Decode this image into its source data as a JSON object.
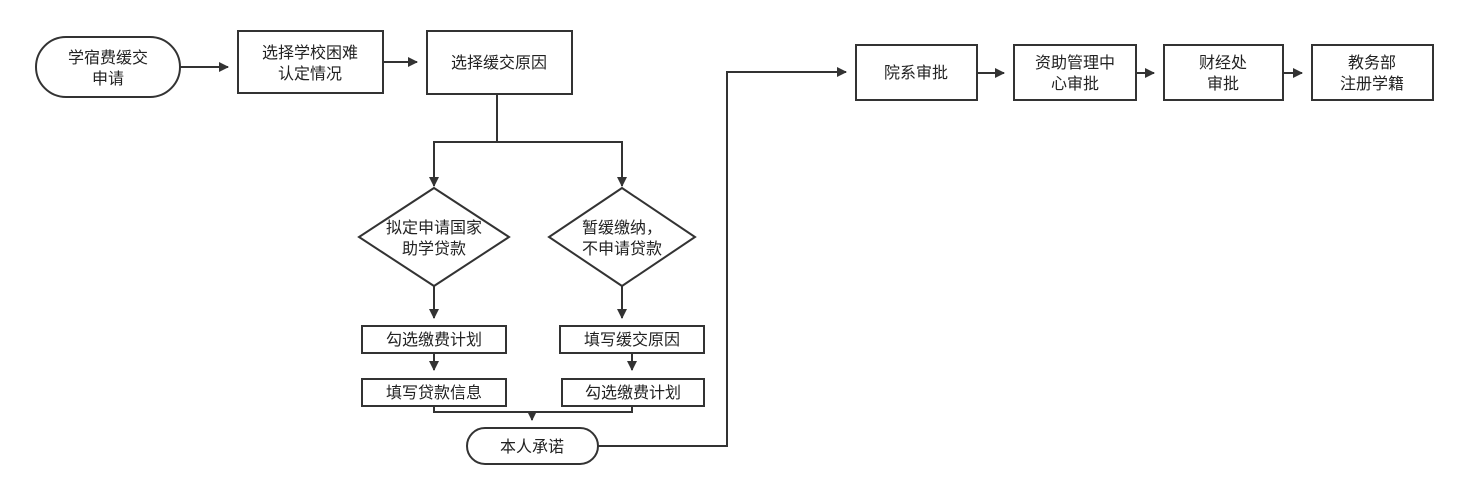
{
  "nodes": {
    "start": [
      "学宿费缓交",
      "申请"
    ],
    "school_status": [
      "选择学校困难",
      "认定情况"
    ],
    "defer_reason": [
      "选择缓交原因"
    ],
    "loan_branch": [
      "拟定申请国家",
      "助学贷款"
    ],
    "defer_branch": [
      "暂缓缴纳，",
      "不申请贷款"
    ],
    "loan_plan": [
      "勾选缴费计划"
    ],
    "loan_info": [
      "填写贷款信息"
    ],
    "defer_fill_reason": [
      "填写缓交原因"
    ],
    "defer_plan": [
      "勾选缴费计划"
    ],
    "commitment": [
      "本人承诺"
    ],
    "dept_approval": [
      "院系审批"
    ],
    "aid_center": [
      "资助管理中",
      "心审批"
    ],
    "finance": [
      "财经处",
      "审批"
    ],
    "registry": [
      "教务部",
      "注册学籍"
    ]
  },
  "colors": {
    "stroke": "#333333",
    "fill": "#ffffff",
    "text": "#222222"
  }
}
